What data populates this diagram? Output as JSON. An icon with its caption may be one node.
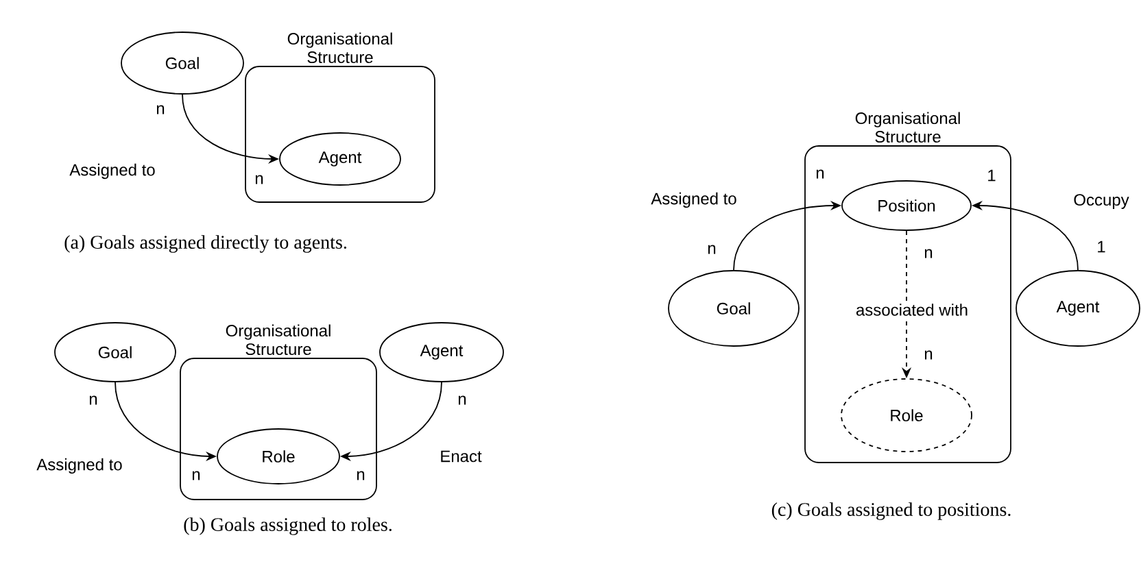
{
  "diagram": {
    "nodes": [
      {
        "text": [
          "Organisational Structure"
        ]
      },
      {
        "text": [
          "Goal"
        ]
      },
      {
        "text": [
          "Agent"
        ],
        "in": 0
      },
      {
        "text": [
          "Organisational Structure"
        ]
      },
      {
        "text": [
          "Goal"
        ]
      },
      {
        "text": [
          "Role"
        ],
        "in": 3
      },
      {
        "text": [
          "Agent"
        ]
      },
      {
        "text": [
          "Organisational Structure"
        ]
      },
      {
        "text": [
          "Position"
        ],
        "in": 7
      },
      {
        "text": [
          "Role"
        ],
        "in": 7
      },
      {
        "text": [
          "Goal"
        ]
      },
      {
        "text": [
          "Agent"
        ]
      }
    ],
    "edges": [
      {
        "from": 1,
        "to": 2,
        "arrow": "to",
        "label": "Assigned to"
      },
      {
        "from": 4,
        "to": 5,
        "arrow": "to",
        "label": "Assigned to"
      },
      {
        "from": 6,
        "to": 5,
        "arrow": "to",
        "label": "Enact"
      },
      {
        "from": 10,
        "to": 8,
        "arrow": "to",
        "label": "Assigned to"
      },
      {
        "from": 11,
        "to": 8,
        "arrow": "to",
        "label": "Occupy"
      },
      {
        "from": 8,
        "to": 9,
        "arrow": "to",
        "label": "associated with",
        "style": "dashed"
      }
    ],
    "labels": [
      "n",
      "n",
      "(a) Goals assigned directly to agents.",
      "n",
      "n",
      "n",
      "n",
      "(b) Goals assigned to roles.",
      "n",
      "1",
      "n",
      "n",
      "1",
      "n",
      "(c) Goals assigned to positions."
    ]
  }
}
